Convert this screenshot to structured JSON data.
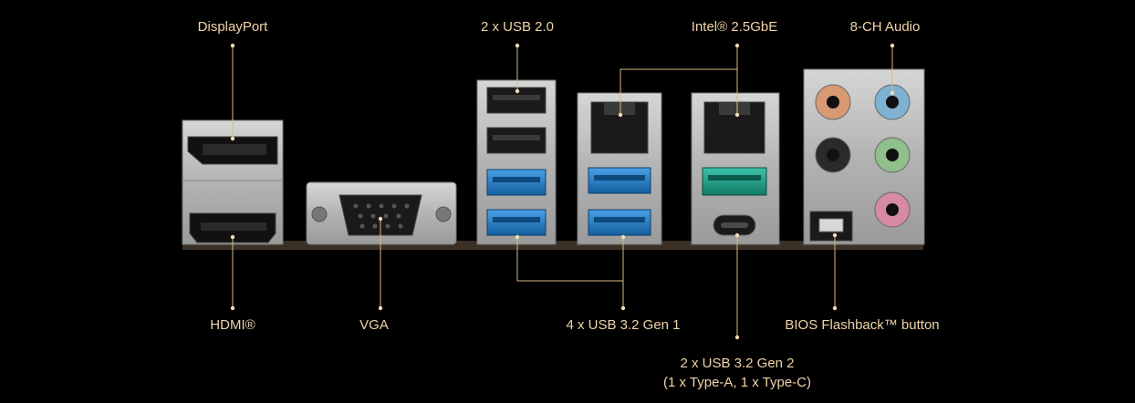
{
  "colors": {
    "background": "#000000",
    "label": "#f0d3a8",
    "leader": "#d8b98c",
    "metal": "#b9b9b9",
    "usb3_blue": "#1e78c8",
    "usb31_teal": "#1fa58e"
  },
  "labels": {
    "displayport": "DisplayPort",
    "hdmi": "HDMI®",
    "vga": "VGA",
    "usb20": "2 x USB 2.0",
    "usb32g1": "4 x USB 3.2 Gen 1",
    "lan": "Intel® 2.5GbE",
    "usb32g2_line1": "2 x USB 3.2 Gen 2",
    "usb32g2_line2": "(1 x Type-A, 1 x Type-C)",
    "audio": "8-CH Audio",
    "bios": "BIOS Flashback™ button"
  },
  "audio_jacks": [
    {
      "name": "jack-orange",
      "color": "#d89a72"
    },
    {
      "name": "jack-blue",
      "color": "#7fb2d2"
    },
    {
      "name": "jack-black",
      "color": "#2a2a2a"
    },
    {
      "name": "jack-green",
      "color": "#8fbf8a"
    },
    {
      "name": "jack-pink",
      "color": "#d78aa6"
    }
  ]
}
